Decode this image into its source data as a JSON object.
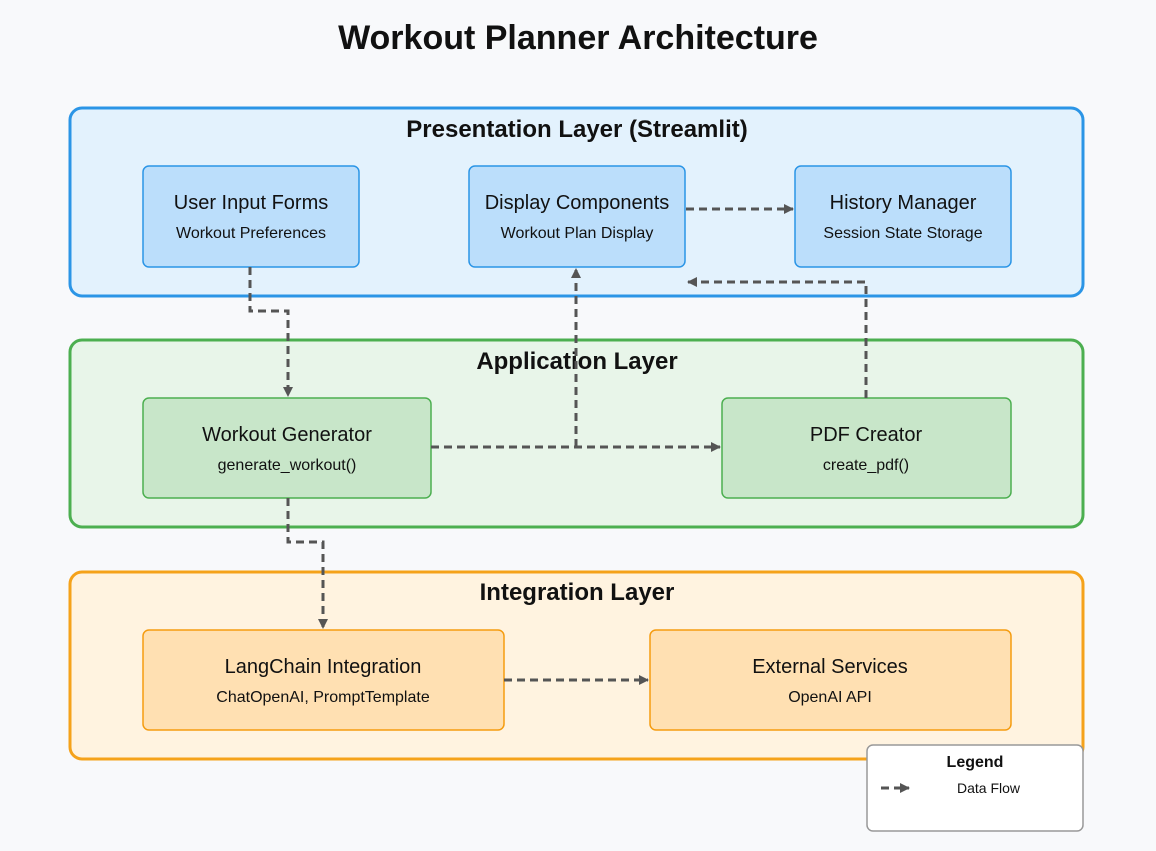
{
  "title": "Workout Planner Architecture",
  "colors": {
    "background": "#f8f9fb",
    "arrow": "#555555",
    "presentation_border": "#2b95e6",
    "presentation_fill": "#e3f2fd",
    "presentation_box_fill": "#bbdefb",
    "presentation_box_border": "#2b95e6",
    "application_border": "#4caf50",
    "application_fill": "#e8f5e9",
    "application_box_fill": "#c8e6c9",
    "application_box_border": "#4caf50",
    "integration_border": "#f5a21a",
    "integration_fill": "#fff3e0",
    "integration_box_fill": "#ffe0b2",
    "integration_box_border": "#f59c10"
  },
  "layers": {
    "presentation": {
      "title": "Presentation Layer (Streamlit)",
      "components": {
        "user_input": {
          "title": "User Input Forms",
          "subtitle": "Workout Preferences"
        },
        "display": {
          "title": "Display Components",
          "subtitle": "Workout Plan Display"
        },
        "history": {
          "title": "History Manager",
          "subtitle": "Session State Storage"
        }
      }
    },
    "application": {
      "title": "Application Layer",
      "components": {
        "generator": {
          "title": "Workout Generator",
          "subtitle": "generate_workout()"
        },
        "pdf": {
          "title": "PDF Creator",
          "subtitle": "create_pdf()"
        }
      }
    },
    "integration": {
      "title": "Integration Layer",
      "components": {
        "langchain": {
          "title": "LangChain Integration",
          "subtitle": "ChatOpenAI, PromptTemplate"
        },
        "external": {
          "title": "External Services",
          "subtitle": "OpenAI API"
        }
      }
    }
  },
  "legend": {
    "title": "Legend",
    "items": [
      {
        "label": "Data Flow",
        "icon": "dashed-arrow-icon"
      }
    ]
  }
}
